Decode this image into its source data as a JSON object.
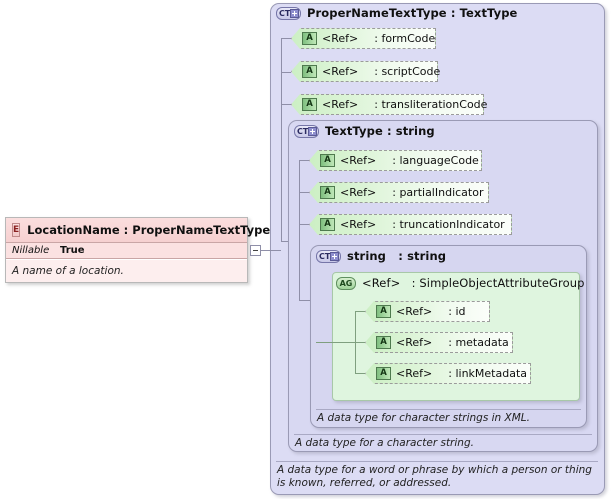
{
  "diagram": {
    "kind": "xml-schema-diagram",
    "colors": {
      "complex_type_bg": "#dcdcf4",
      "complex_type_border": "#9a9ab5",
      "attribute_group_bg": "#dff5df",
      "attribute_pill_bg": "#ccefc4",
      "element_header_bg": "#fbdede",
      "element_doc_bg": "#fdeeee"
    }
  },
  "element_box": {
    "icon": "element-icon",
    "icon_label": "E",
    "name": "LocationName",
    "separator": ":",
    "type": "ProperNameTextType",
    "title": "LocationName : ProperNameTextType",
    "properties": [
      {
        "key": "Nillable",
        "value": "True"
      }
    ],
    "documentation": "A name of a location."
  },
  "toggle": {
    "name": "collapse-toggle",
    "state": "expanded",
    "glyph": "−"
  },
  "outer_type": {
    "icon": "complex-type-icon",
    "icon_label": "CT",
    "name": "ProperNameTextType",
    "separator": ":",
    "base": "TextType",
    "title": "ProperNameTextType : TextType",
    "attributes": [
      {
        "icon": "attribute-icon",
        "icon_label": "A",
        "ref": "<Ref>",
        "separator": ":",
        "name": "formCode"
      },
      {
        "icon": "attribute-icon",
        "icon_label": "A",
        "ref": "<Ref>",
        "separator": ":",
        "name": "scriptCode"
      },
      {
        "icon": "attribute-icon",
        "icon_label": "A",
        "ref": "<Ref>",
        "separator": ":",
        "name": "transliterationCode"
      }
    ],
    "documentation": "A data type for a word or phrase by which a person or thing is known, referred, or addressed."
  },
  "mid_type": {
    "icon": "complex-type-icon",
    "icon_label": "CT",
    "name": "TextType",
    "separator": ":",
    "base": "string",
    "title": "TextType : string",
    "attributes": [
      {
        "icon": "attribute-icon",
        "icon_label": "A",
        "ref": "<Ref>",
        "separator": ":",
        "name": "languageCode"
      },
      {
        "icon": "attribute-icon",
        "icon_label": "A",
        "ref": "<Ref>",
        "separator": ":",
        "name": "partialIndicator"
      },
      {
        "icon": "attribute-icon",
        "icon_label": "A",
        "ref": "<Ref>",
        "separator": ":",
        "name": "truncationIndicator"
      }
    ],
    "documentation": "A data type for a character string."
  },
  "inner_type": {
    "icon": "complex-type-icon",
    "icon_label": "CT",
    "name": "string",
    "separator": ":",
    "base": "string",
    "title": "string : string",
    "documentation": "A data type for character strings in XML.",
    "attribute_group": {
      "icon": "attribute-group-icon",
      "icon_label": "AG",
      "ref": "<Ref>",
      "separator": ":",
      "name": "SimpleObjectAttributeGroup",
      "attributes": [
        {
          "icon": "attribute-icon",
          "icon_label": "A",
          "ref": "<Ref>",
          "separator": ":",
          "name": "id"
        },
        {
          "icon": "attribute-icon",
          "icon_label": "A",
          "ref": "<Ref>",
          "separator": ":",
          "name": "metadata"
        },
        {
          "icon": "attribute-icon",
          "icon_label": "A",
          "ref": "<Ref>",
          "separator": ":",
          "name": "linkMetadata"
        }
      ]
    }
  }
}
